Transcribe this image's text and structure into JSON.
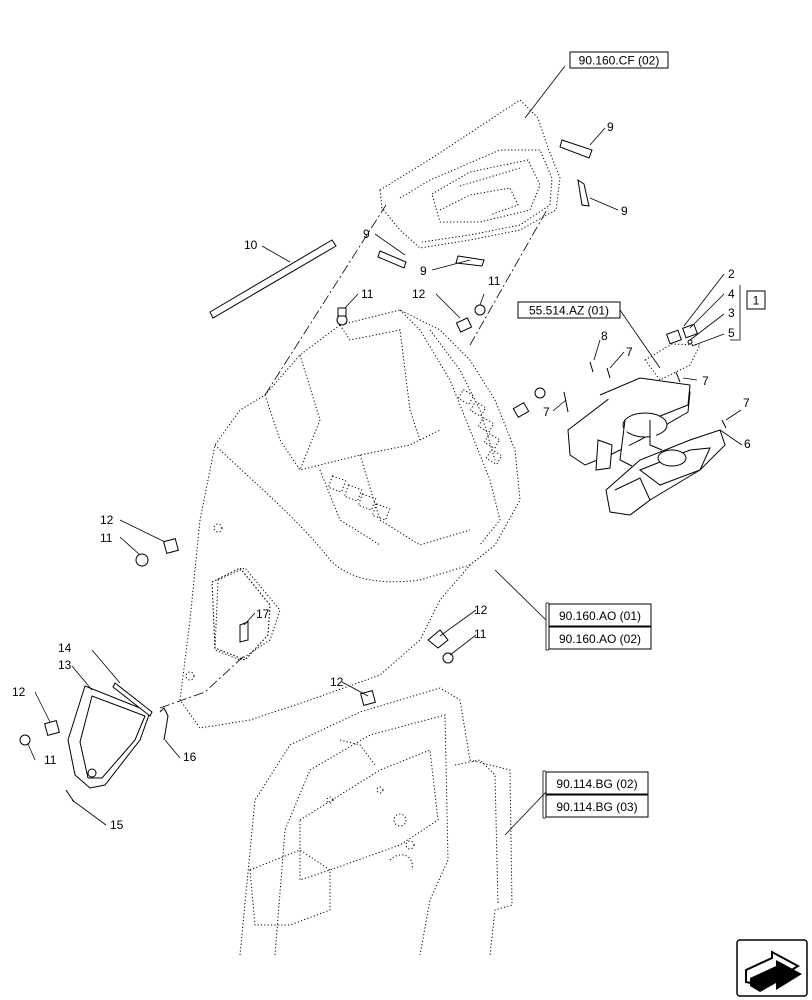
{
  "references": {
    "cf02": "90.160.CF (02)",
    "az01": "55.514.AZ (01)",
    "ao01": "90.160.AO (01)",
    "ao02": "90.160.AO (02)",
    "bg02": "90.114.BG (02)",
    "bg03": "90.114.BG (03)"
  },
  "group_label": "1",
  "callouts": {
    "c2": "2",
    "c4": "4",
    "c3": "3",
    "c5": "5",
    "c6": "6",
    "c7a": "7",
    "c7b": "7",
    "c7c": "7",
    "c7d": "7",
    "c8": "8",
    "c9a": "9",
    "c9b": "9",
    "c9c": "9",
    "c9d": "9",
    "c10": "10",
    "c11a": "11",
    "c11b": "11",
    "c11c": "11",
    "c11d": "11",
    "c11e": "11",
    "c12a": "12",
    "c12b": "12",
    "c12c": "12",
    "c12d": "12",
    "c12e": "12",
    "c13": "13",
    "c14": "14",
    "c15": "15",
    "c16": "16",
    "c17": "17"
  },
  "icons": {
    "nav": "next-page-arrow-icon"
  }
}
